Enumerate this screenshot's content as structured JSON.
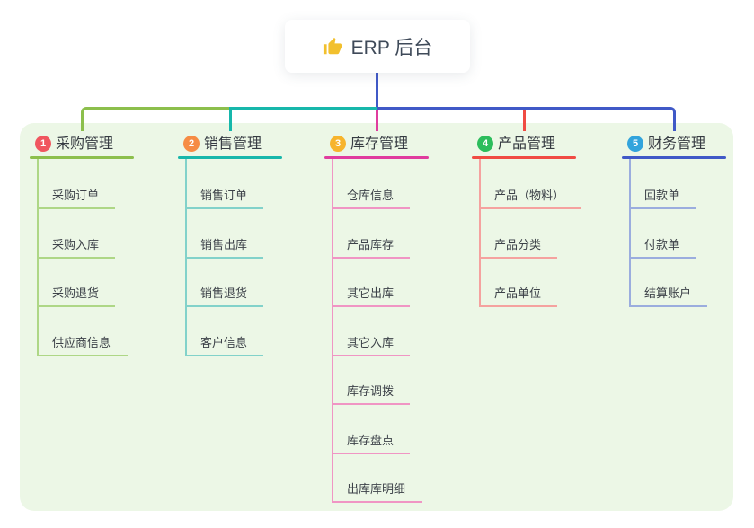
{
  "root": {
    "title": "ERP 后台",
    "icon": "thumbs-up-icon",
    "icon_color": "#f2c02e",
    "connector_color": "#4059c7"
  },
  "panel": {
    "bg_color": "#ecf7e6"
  },
  "branches": [
    {
      "index": "1",
      "label": "采购管理",
      "badge_color": "#f0565f",
      "line_color": "#8cbf4c",
      "item_line_color": "#aed786",
      "items": [
        "采购订单",
        "采购入库",
        "采购退货",
        "供应商信息"
      ]
    },
    {
      "index": "2",
      "label": "销售管理",
      "badge_color": "#f68c44",
      "line_color": "#17b7ab",
      "item_line_color": "#82d2ca",
      "items": [
        "销售订单",
        "销售出库",
        "销售退货",
        "客户信息"
      ]
    },
    {
      "index": "3",
      "label": "库存管理",
      "badge_color": "#f7b42c",
      "line_color": "#e03c9e",
      "item_line_color": "#f095c4",
      "items": [
        "仓库信息",
        "产品库存",
        "其它出库",
        "其它入库",
        "库存调拨",
        "库存盘点",
        "出库库明细"
      ]
    },
    {
      "index": "4",
      "label": "产品管理",
      "badge_color": "#2cbd5c",
      "line_color": "#f04b43",
      "item_line_color": "#f5a29f",
      "items": [
        "产品（物料）",
        "产品分类",
        "产品单位"
      ]
    },
    {
      "index": "5",
      "label": "财务管理",
      "badge_color": "#32a4dc",
      "line_color": "#4059c7",
      "item_line_color": "#9badde",
      "items": [
        "回款单",
        "付款单",
        "结算账户"
      ]
    }
  ]
}
